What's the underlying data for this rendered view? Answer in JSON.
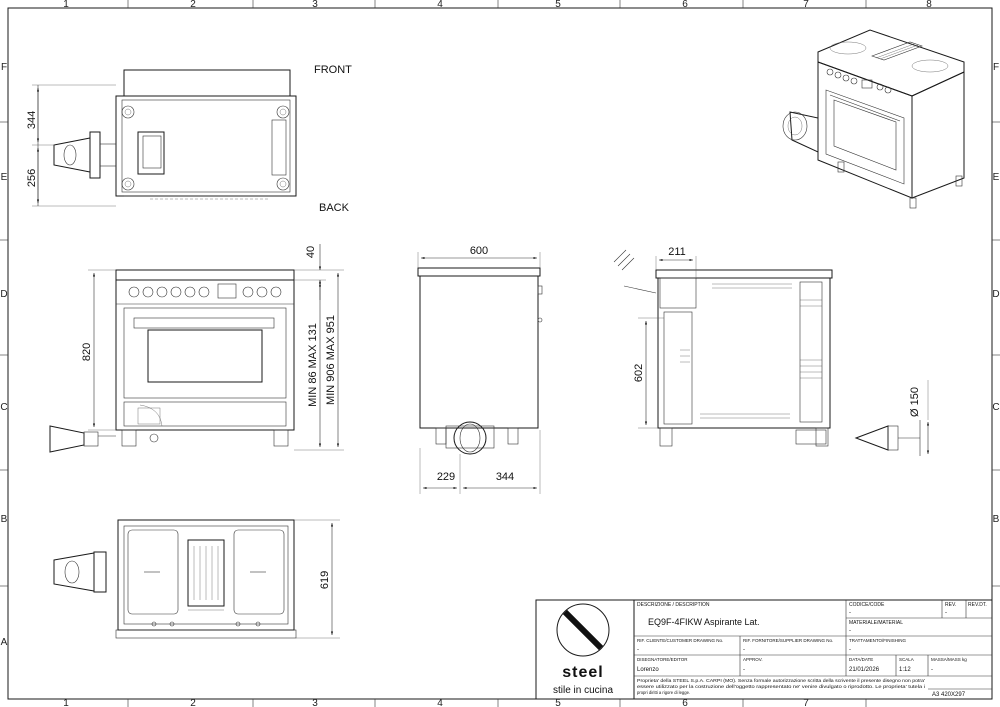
{
  "frame": {
    "columns": [
      "1",
      "2",
      "3",
      "4",
      "5",
      "6",
      "7",
      "8"
    ],
    "rows": [
      "F",
      "E",
      "D",
      "C",
      "B",
      "A"
    ]
  },
  "views": {
    "top_label_front": "FRONT",
    "top_label_back": "BACK"
  },
  "dimensions": {
    "d344_top": "344",
    "d256": "256",
    "d40": "40",
    "d820": "820",
    "d_min86": "MIN 86 MAX 131",
    "d_min906": "MIN 906 MAX 951",
    "d600": "600",
    "d229": "229",
    "d344_side": "344",
    "d211": "211",
    "d602": "602",
    "d150": "Ø 150",
    "d619": "619"
  },
  "title_block": {
    "desc_label": "DESCRIZIONE / DESCRIPTION",
    "desc_value": "EQ9F-4FIKW Aspirante Lat.",
    "code_label": "CODICE/CODE",
    "code_value": "-",
    "rev_label": "REV.",
    "rev_value": "-",
    "revdate_label": "REV.DT.",
    "material_label": "MATERIALE/MATERIAL",
    "material_value": "-",
    "ref1_label": "RIF. CLIENTE/CUSTOMER DRAWING No.",
    "ref1_value": "-",
    "ref2_label": "RIF. FORNITORE/SUPPLIER DRAWING No.",
    "ref2_value": "-",
    "treat_label": "TRATTAMENTO/FINISHING",
    "treat_value": "-",
    "designer_label": "DISEGNATORE/EDITOR",
    "designer_value": "Lorenzo",
    "approved_label": "APPROV.",
    "approved_value": "-",
    "date_label": "DATA/DATE",
    "date_value": "21/01/2026",
    "scale_label": "SCALA",
    "scale_value": "1:12",
    "mass_label": "MASSA/MASS kg",
    "mass_value": "-",
    "legal_line1": "Proprieta' della STEEL S.p.A. CARPI (MO). Senza formale autorizzazione scritta della scrivente il presente disegno non potra'",
    "legal_line2": "essere utilizzato per la costruzione dell'oggetto rappresentato ne' venire divulgato o riprodotto. Le proprieta' tutela i",
    "legal_line3": "propri diritti a rigore di legge.",
    "format": "A3 420X297",
    "brand_name": "steel",
    "brand_tagline": "stile in cucina"
  }
}
